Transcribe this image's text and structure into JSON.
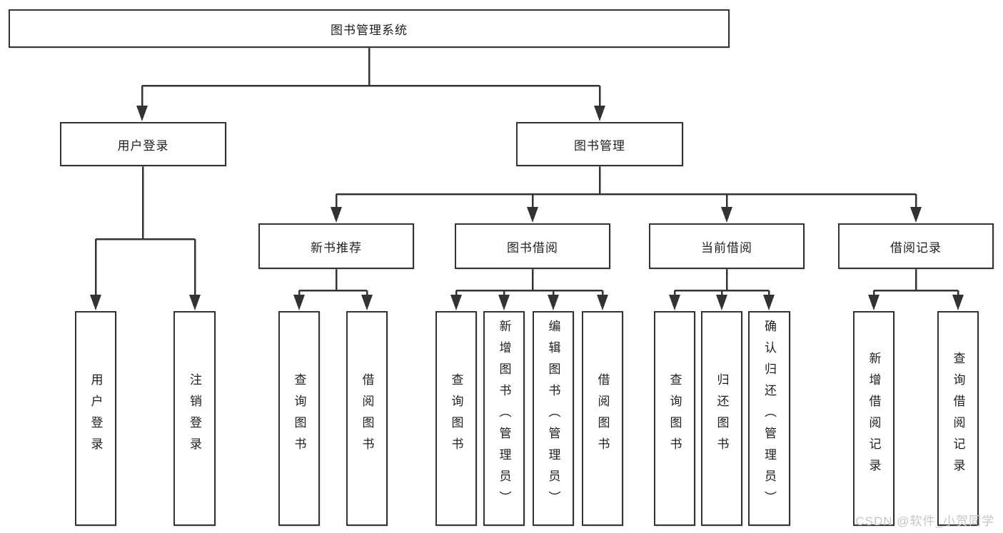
{
  "diagram": {
    "title": "图书管理系统",
    "root": {
      "label": "图书管理系统"
    },
    "branches": [
      {
        "label": "用户登录",
        "children": [
          {
            "label": "用户登录"
          },
          {
            "label": "注销登录"
          }
        ]
      },
      {
        "label": "图书管理",
        "children": [
          {
            "label": "新书推荐",
            "children": [
              {
                "label": "查询图书"
              },
              {
                "label": "借阅图书"
              }
            ]
          },
          {
            "label": "图书借阅",
            "children": [
              {
                "label": "查询图书"
              },
              {
                "label": "新增图书（管理员）"
              },
              {
                "label": "编辑图书（管理员）"
              },
              {
                "label": "借阅图书"
              }
            ]
          },
          {
            "label": "当前借阅",
            "children": [
              {
                "label": "查询图书"
              },
              {
                "label": "归还图书"
              },
              {
                "label": "确认归还（管理员）"
              }
            ]
          },
          {
            "label": "借阅记录",
            "children": [
              {
                "label": "新增借阅记录"
              },
              {
                "label": "查询借阅记录"
              }
            ]
          }
        ]
      }
    ]
  },
  "watermark": {
    "text": "CSDN @软件_小贺同学"
  },
  "colors": {
    "line": "#333333",
    "box_border": "#333333",
    "text": "#1f1f1f",
    "background": "#ffffff",
    "watermark": "#c6c6c6"
  }
}
